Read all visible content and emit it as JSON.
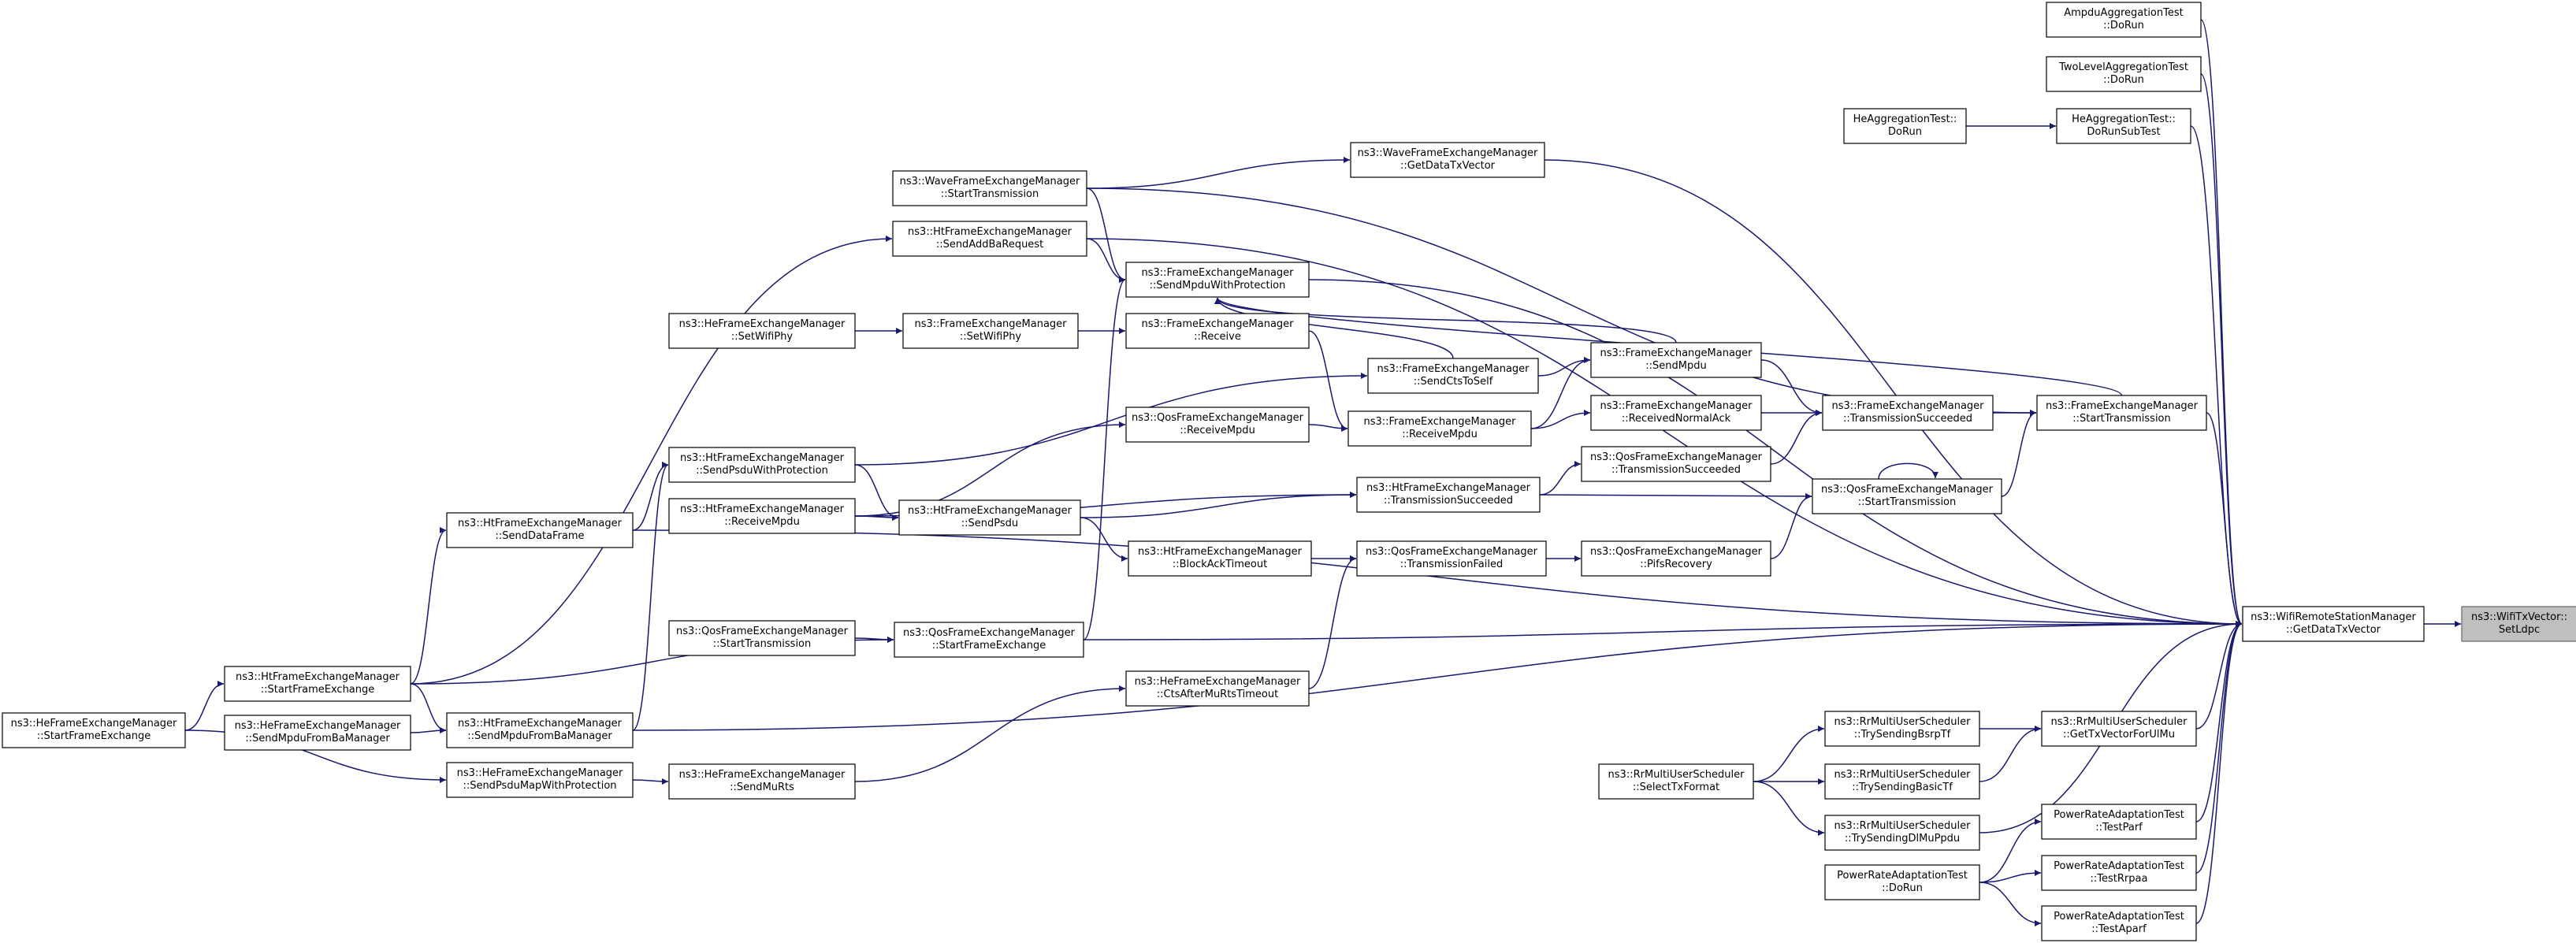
{
  "nodes": [
    {
      "id": "root",
      "lines": [
        "ns3::WifiTxVector::",
        "SetLdpc"
      ]
    },
    {
      "id": "gdtv",
      "lines": [
        "ns3::WifiRemoteStationManager",
        "::GetDataTxVector"
      ]
    },
    {
      "id": "ampdu",
      "lines": [
        "AmpduAggregationTest",
        "::DoRun"
      ]
    },
    {
      "id": "twolevel",
      "lines": [
        "TwoLevelAggregationTest",
        "::DoRun"
      ]
    },
    {
      "id": "hesub",
      "lines": [
        "HeAggregationTest::",
        "DoRunSubTest"
      ]
    },
    {
      "id": "herun",
      "lines": [
        "HeAggregationTest::",
        "DoRun"
      ]
    },
    {
      "id": "wfem_gdtv",
      "lines": [
        "ns3::WaveFrameExchangeManager",
        "::GetDataTxVector"
      ]
    },
    {
      "id": "wfem_st",
      "lines": [
        "ns3::WaveFrameExchangeManager",
        "::StartTransmission"
      ]
    },
    {
      "id": "ht_sabr",
      "lines": [
        "ns3::HtFrameExchangeManager",
        "::SendAddBaRequest"
      ]
    },
    {
      "id": "fem_smwp",
      "lines": [
        "ns3::FrameExchangeManager",
        "::SendMpduWithProtection"
      ]
    },
    {
      "id": "he_swp",
      "lines": [
        "ns3::HeFrameExchangeManager",
        "::SetWifiPhy"
      ]
    },
    {
      "id": "fem_swp",
      "lines": [
        "ns3::FrameExchangeManager",
        "::SetWifiPhy"
      ]
    },
    {
      "id": "fem_recv",
      "lines": [
        "ns3::FrameExchangeManager",
        "::Receive"
      ]
    },
    {
      "id": "fem_scts",
      "lines": [
        "ns3::FrameExchangeManager",
        "::SendCtsToSelf"
      ]
    },
    {
      "id": "fem_smpdu",
      "lines": [
        "ns3::FrameExchangeManager",
        "::SendMpdu"
      ]
    },
    {
      "id": "fem_rna",
      "lines": [
        "ns3::FrameExchangeManager",
        "::ReceivedNormalAck"
      ]
    },
    {
      "id": "fem_ts",
      "lines": [
        "ns3::FrameExchangeManager",
        "::TransmissionSucceeded"
      ]
    },
    {
      "id": "fem_st",
      "lines": [
        "ns3::FrameExchangeManager",
        "::StartTransmission"
      ]
    },
    {
      "id": "qos_rmpdu",
      "lines": [
        "ns3::QosFrameExchangeManager",
        "::ReceiveMpdu"
      ]
    },
    {
      "id": "fem_rmpdu",
      "lines": [
        "ns3::FrameExchangeManager",
        "::ReceiveMpdu"
      ]
    },
    {
      "id": "ht_spwp",
      "lines": [
        "ns3::HtFrameExchangeManager",
        "::SendPsduWithProtection"
      ]
    },
    {
      "id": "qos_ts",
      "lines": [
        "ns3::QosFrameExchangeManager",
        "::TransmissionSucceeded"
      ]
    },
    {
      "id": "qos_st",
      "lines": [
        "ns3::QosFrameExchangeManager",
        "::StartTransmission"
      ]
    },
    {
      "id": "ht_ts",
      "lines": [
        "ns3::HtFrameExchangeManager",
        "::TransmissionSucceeded"
      ]
    },
    {
      "id": "ht_sdf",
      "lines": [
        "ns3::HtFrameExchangeManager",
        "::SendDataFrame"
      ]
    },
    {
      "id": "ht_rmpdu",
      "lines": [
        "ns3::HtFrameExchangeManager",
        "::ReceiveMpdu"
      ]
    },
    {
      "id": "ht_spsdu",
      "lines": [
        "ns3::HtFrameExchangeManager",
        "::SendPsdu"
      ]
    },
    {
      "id": "ht_bat",
      "lines": [
        "ns3::HtFrameExchangeManager",
        "::BlockAckTimeout"
      ]
    },
    {
      "id": "qos_tf",
      "lines": [
        "ns3::QosFrameExchangeManager",
        "::TransmissionFailed"
      ]
    },
    {
      "id": "qos_pifs",
      "lines": [
        "ns3::QosFrameExchangeManager",
        "::PifsRecovery"
      ]
    },
    {
      "id": "qos_st2",
      "lines": [
        "ns3::QosFrameExchangeManager",
        "::StartTransmission"
      ]
    },
    {
      "id": "qos_sfe",
      "lines": [
        "ns3::QosFrameExchangeManager",
        "::StartFrameExchange"
      ]
    },
    {
      "id": "ht_sfe",
      "lines": [
        "ns3::HtFrameExchangeManager",
        "::StartFrameExchange"
      ]
    },
    {
      "id": "he_sfe",
      "lines": [
        "ns3::HeFrameExchangeManager",
        "::StartFrameExchange"
      ]
    },
    {
      "id": "he_smfbm",
      "lines": [
        "ns3::HeFrameExchangeManager",
        "::SendMpduFromBaManager"
      ]
    },
    {
      "id": "ht_smfbm",
      "lines": [
        "ns3::HtFrameExchangeManager",
        "::SendMpduFromBaManager"
      ]
    },
    {
      "id": "he_camrt",
      "lines": [
        "ns3::HeFrameExchangeManager",
        "::CtsAfterMuRtsTimeout"
      ]
    },
    {
      "id": "he_spmwp",
      "lines": [
        "ns3::HeFrameExchangeManager",
        "::SendPsduMapWithProtection"
      ]
    },
    {
      "id": "he_smrts",
      "lines": [
        "ns3::HeFrameExchangeManager",
        "::SendMuRts"
      ]
    },
    {
      "id": "rr_tsbtf",
      "lines": [
        "ns3::RrMultiUserScheduler",
        "::TrySendingBsrpTf"
      ]
    },
    {
      "id": "rr_gtxv",
      "lines": [
        "ns3::RrMultiUserScheduler",
        "::GetTxVectorForUlMu"
      ]
    },
    {
      "id": "rr_select",
      "lines": [
        "ns3::RrMultiUserScheduler",
        "::SelectTxFormat"
      ]
    },
    {
      "id": "rr_tsbasic",
      "lines": [
        "ns3::RrMultiUserScheduler",
        "::TrySendingBasicTf"
      ]
    },
    {
      "id": "rr_tsdl",
      "lines": [
        "ns3::RrMultiUserScheduler",
        "::TrySendingDlMuPpdu"
      ]
    },
    {
      "id": "pra_parf",
      "lines": [
        "PowerRateAdaptationTest",
        "::TestParf"
      ]
    },
    {
      "id": "pra_rrpaa",
      "lines": [
        "PowerRateAdaptationTest",
        "::TestRrpaa"
      ]
    },
    {
      "id": "pra_aparf",
      "lines": [
        "PowerRateAdaptationTest",
        "::TestAparf"
      ]
    },
    {
      "id": "pra_run",
      "lines": [
        "PowerRateAdaptationTest",
        "::DoRun"
      ]
    }
  ],
  "edges": [
    [
      "gdtv",
      "root"
    ],
    [
      "ampdu",
      "gdtv"
    ],
    [
      "twolevel",
      "gdtv"
    ],
    [
      "hesub",
      "gdtv"
    ],
    [
      "herun",
      "hesub"
    ],
    [
      "wfem_gdtv",
      "gdtv"
    ],
    [
      "wfem_st",
      "wfem_gdtv"
    ],
    [
      "ht_sabr",
      "gdtv"
    ],
    [
      "fem_smwp",
      "gdtv"
    ],
    [
      "fem_st",
      "gdtv"
    ],
    [
      "qos_sfe",
      "gdtv"
    ],
    [
      "ht_sdf",
      "gdtv"
    ],
    [
      "ht_smfbm",
      "gdtv"
    ],
    [
      "rr_gtxv",
      "gdtv"
    ],
    [
      "rr_tsdl",
      "gdtv"
    ],
    [
      "pra_parf",
      "gdtv"
    ],
    [
      "pra_rrpaa",
      "gdtv"
    ],
    [
      "pra_aparf",
      "gdtv"
    ],
    [
      "wfem_st",
      "fem_smwp"
    ],
    [
      "ht_sabr",
      "fem_smwp"
    ],
    [
      "fem_st",
      "fem_smwp"
    ],
    [
      "fem_smpdu",
      "fem_smwp"
    ],
    [
      "fem_scts",
      "fem_smwp"
    ],
    [
      "qos_sfe",
      "fem_smwp"
    ],
    [
      "he_swp",
      "fem_swp"
    ],
    [
      "fem_swp",
      "fem_recv"
    ],
    [
      "fem_recv",
      "fem_rmpdu"
    ],
    [
      "fem_rmpdu",
      "fem_smpdu"
    ],
    [
      "fem_scts",
      "fem_smpdu"
    ],
    [
      "fem_smpdu",
      "fem_ts"
    ],
    [
      "fem_rna",
      "fem_ts"
    ],
    [
      "fem_rmpdu",
      "fem_rna"
    ],
    [
      "fem_ts",
      "fem_st"
    ],
    [
      "qos_st",
      "fem_st"
    ],
    [
      "wfem_st",
      "fem_st"
    ],
    [
      "qos_rmpdu",
      "fem_rmpdu"
    ],
    [
      "ht_rmpdu",
      "qos_rmpdu"
    ],
    [
      "ht_spwp",
      "fem_scts"
    ],
    [
      "ht_spwp",
      "ht_spsdu"
    ],
    [
      "ht_spsdu",
      "ht_ts"
    ],
    [
      "ht_rmpdu",
      "ht_ts"
    ],
    [
      "ht_ts",
      "qos_ts"
    ],
    [
      "ht_ts",
      "qos_st"
    ],
    [
      "qos_ts",
      "fem_ts"
    ],
    [
      "qos_st",
      "qos_st"
    ],
    [
      "qos_pifs",
      "qos_st"
    ],
    [
      "qos_tf",
      "qos_pifs"
    ],
    [
      "ht_bat",
      "qos_tf"
    ],
    [
      "he_camrt",
      "qos_tf"
    ],
    [
      "ht_spsdu",
      "ht_bat"
    ],
    [
      "ht_rmpdu",
      "ht_spsdu"
    ],
    [
      "ht_sdf",
      "ht_spwp"
    ],
    [
      "ht_smfbm",
      "ht_spwp"
    ],
    [
      "ht_sfe",
      "ht_sdf"
    ],
    [
      "ht_sfe",
      "ht_sabr"
    ],
    [
      "qos_st2",
      "qos_sfe"
    ],
    [
      "ht_sfe",
      "qos_sfe"
    ],
    [
      "he_sfe",
      "ht_sfe"
    ],
    [
      "ht_sfe",
      "ht_smfbm"
    ],
    [
      "he_smfbm",
      "ht_smfbm"
    ],
    [
      "he_sfe",
      "he_spmwp"
    ],
    [
      "he_spmwp",
      "he_smrts"
    ],
    [
      "he_smrts",
      "he_camrt"
    ],
    [
      "rr_tsbtf",
      "rr_gtxv"
    ],
    [
      "rr_tsbasic",
      "rr_gtxv"
    ],
    [
      "rr_select",
      "rr_tsbtf"
    ],
    [
      "rr_select",
      "rr_tsbasic"
    ],
    [
      "rr_select",
      "rr_tsdl"
    ],
    [
      "pra_run",
      "pra_parf"
    ],
    [
      "pra_run",
      "pra_rrpaa"
    ],
    [
      "pra_run",
      "pra_aparf"
    ]
  ]
}
